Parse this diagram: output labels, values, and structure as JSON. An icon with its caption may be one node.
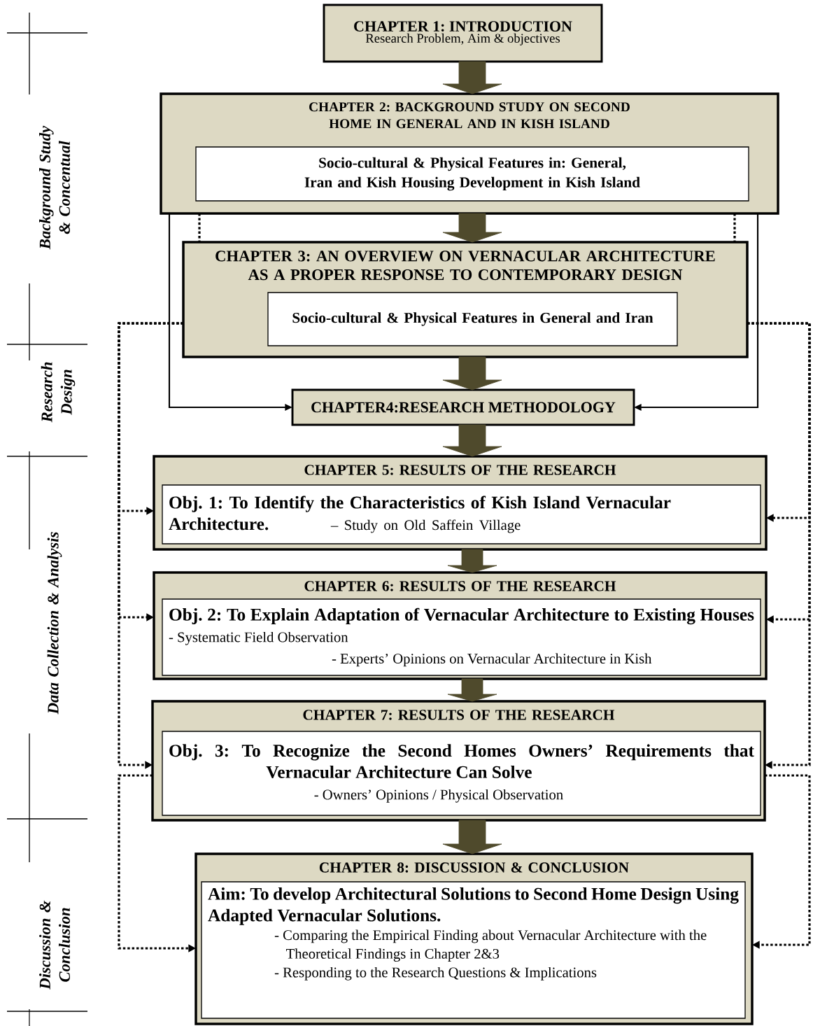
{
  "diagram": {
    "nodes": [
      {
        "text": [
          "CHAPTER 1: INTRODUCTION",
          "Research Problem, Aim & objectives"
        ]
      },
      {
        "text": [
          "CHAPTER 2: BACKGROUND STUDY ON SECOND HOME IN GENERAL AND IN KISH ISLAND"
        ]
      },
      {
        "text": [
          "Socio-cultural & Physical Features in: General, Iran and Kish Housing Development in Kish Island"
        ],
        "in": 1
      },
      {
        "text": [
          "CHAPTER 3: AN OVERVIEW ON VERNACULAR ARCHITECTURE AS A PROPER RESPONSE TO CONTEMPORARY DESIGN"
        ]
      },
      {
        "text": [
          "Socio-cultural & Physical Features in General and Iran"
        ],
        "in": 3
      },
      {
        "text": [
          "CHAPTER4:RESEARCH METHODOLOGY"
        ]
      },
      {
        "text": [
          "CHAPTER 5: RESULTS OF THE RESEARCH"
        ]
      },
      {
        "text": [
          "Obj. 1:  To Identify the Characteristics of Kish Island Vernacular Architecture.",
          "– Study on Old Saffein Village"
        ],
        "in": 6
      },
      {
        "text": [
          "CHAPTER 6: RESULTS OF THE RESEARCH"
        ]
      },
      {
        "text": [
          "Obj. 2: To Explain Adaptation of Vernacular Architecture to Existing Houses",
          "- Systematic Field Observation",
          "- Experts’ Opinions on Vernacular Architecture in Kish"
        ],
        "in": 8
      },
      {
        "text": [
          "CHAPTER 7: RESULTS OF THE RESEARCH"
        ]
      },
      {
        "text": [
          "Obj. 3: To Recognize the Second Homes Owners’ Requirements that Vernacular Architecture Can Solve",
          "- Owners’ Opinions / Physical Observation"
        ],
        "in": 10
      },
      {
        "text": [
          "CHAPTER 8: DISCUSSION & CONCLUSION"
        ]
      },
      {
        "text": [
          "Aim: To develop Architectural Solutions to Second Home Design Using Adapted Vernacular Solutions.",
          "- Comparing the Empirical Finding about Vernacular Architecture with the Theoretical Findings in Chapter 2&3",
          "- Responding to the Research Questions & Implications"
        ],
        "in": 12
      }
    ],
    "edges": [
      {
        "from": 0,
        "to": 1,
        "arrow": "to",
        "style": "thick",
        "color": "#4f4a2c"
      },
      {
        "from": 1,
        "to": 3,
        "arrow": "to",
        "style": "thick",
        "color": "#4f4a2c"
      },
      {
        "from": 3,
        "to": 5,
        "arrow": "to",
        "style": "thick",
        "color": "#4f4a2c"
      },
      {
        "from": 5,
        "to": 6,
        "arrow": "to",
        "style": "thick",
        "color": "#4f4a2c"
      },
      {
        "from": 6,
        "to": 8,
        "arrow": "to",
        "style": "thick",
        "color": "#4f4a2c"
      },
      {
        "from": 8,
        "to": 10,
        "arrow": "to",
        "style": "thick",
        "color": "#4f4a2c"
      },
      {
        "from": 10,
        "to": 12,
        "arrow": "to",
        "style": "thick",
        "color": "#4f4a2c"
      },
      {
        "from": 1,
        "to": 5,
        "arrow": "to"
      },
      {
        "from": 1,
        "to": 5,
        "arrow": "to"
      },
      {
        "from": 1,
        "to": 3,
        "arrow": "none",
        "style": "dashed"
      },
      {
        "from": 1,
        "to": 3,
        "arrow": "none",
        "style": "dashed"
      },
      {
        "from": 3,
        "to": 6,
        "arrow": "to",
        "style": "dashed"
      },
      {
        "from": 3,
        "to": 8,
        "arrow": "to",
        "style": "dashed"
      },
      {
        "from": 3,
        "to": 10,
        "arrow": "to",
        "style": "dashed"
      },
      {
        "from": 3,
        "to": 6,
        "arrow": "to",
        "style": "dashed"
      },
      {
        "from": 3,
        "to": 8,
        "arrow": "to",
        "style": "dashed"
      },
      {
        "from": 3,
        "to": 10,
        "arrow": "to",
        "style": "dashed"
      },
      {
        "from": 10,
        "to": 12,
        "arrow": "to",
        "style": "dashed"
      },
      {
        "from": 10,
        "to": 12,
        "arrow": "to",
        "style": "dashed"
      }
    ],
    "labels": [
      "Background Study & Concentual",
      "Research Design",
      "Data Collection & Analysis",
      "Discussion & Conclusion"
    ]
  }
}
